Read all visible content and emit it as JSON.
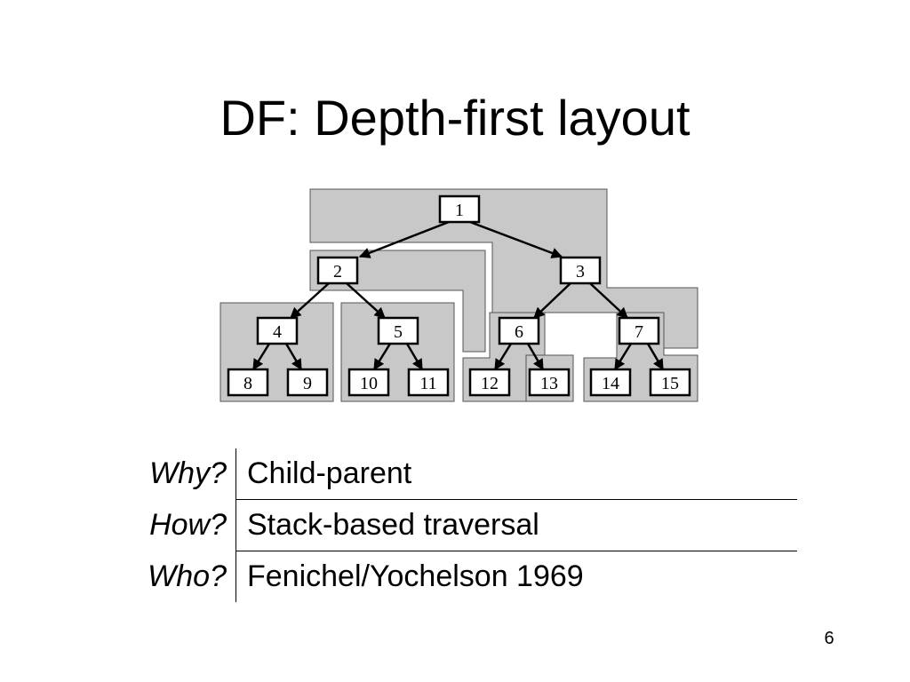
{
  "title": "DF: Depth-first layout",
  "tree": {
    "nodes": [
      "1",
      "2",
      "3",
      "4",
      "5",
      "6",
      "7",
      "8",
      "9",
      "10",
      "11",
      "12",
      "13",
      "14",
      "15"
    ],
    "fill_color": "#c8c8c8",
    "stroke_color": "#000000"
  },
  "qa": [
    {
      "q": "Why?",
      "a": "Child-parent"
    },
    {
      "q": "How?",
      "a": "Stack-based traversal"
    },
    {
      "q": "Who?",
      "a": "Fenichel/Yochelson 1969"
    }
  ],
  "page_number": "6"
}
